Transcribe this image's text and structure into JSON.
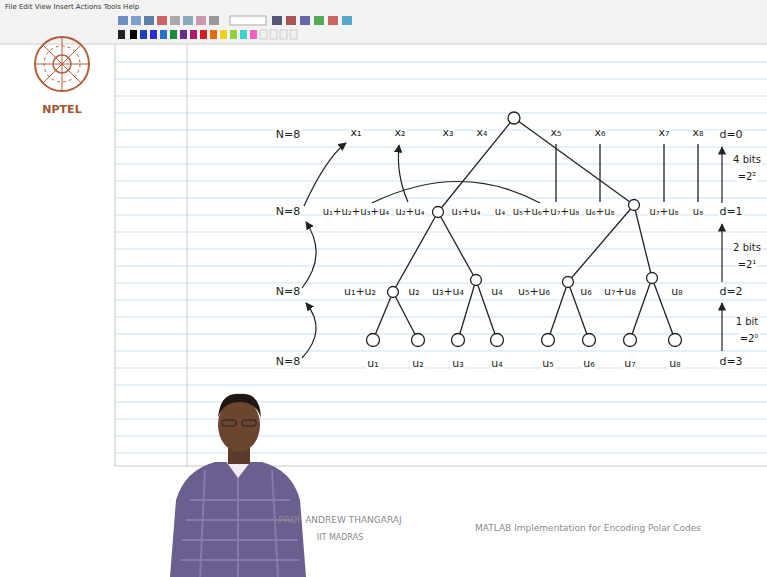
{
  "diagram": {
    "labels": [
      "File Edit View Insert Actions Tools Help",
      "NPTEL",
      "N=8",
      "x₁",
      "x₂",
      "x₃",
      "x₄",
      "x₅",
      "x₆",
      "x₇",
      "x₈",
      "d=0",
      "4 bits",
      "=2²",
      "N=8",
      "u₁+u₂+u₃+u₄",
      "u₂+u₄",
      "u₃+u₄",
      "u₄",
      "u₅+u₆+u₇+u₈",
      "u₆+u₈",
      "u₇+u₈",
      "u₈",
      "d=1",
      "2 bits",
      "=2¹",
      "N=8",
      "u₁+u₂",
      "u₂",
      "u₃+u₄",
      "u₄",
      "u₅+u₆",
      "u₆",
      "u₇+u₈",
      "u₈",
      "d=2",
      "1 bit",
      "=2⁰",
      "N=8",
      "u₁",
      "u₂",
      "u₃",
      "u₄",
      "u₅",
      "u₆",
      "u₇",
      "u₈",
      "d=3",
      "PROF ANDREW THANGARAJ",
      "IIT MADRAS",
      "MATLAB Implementation for Encoding Polar Codes"
    ]
  }
}
